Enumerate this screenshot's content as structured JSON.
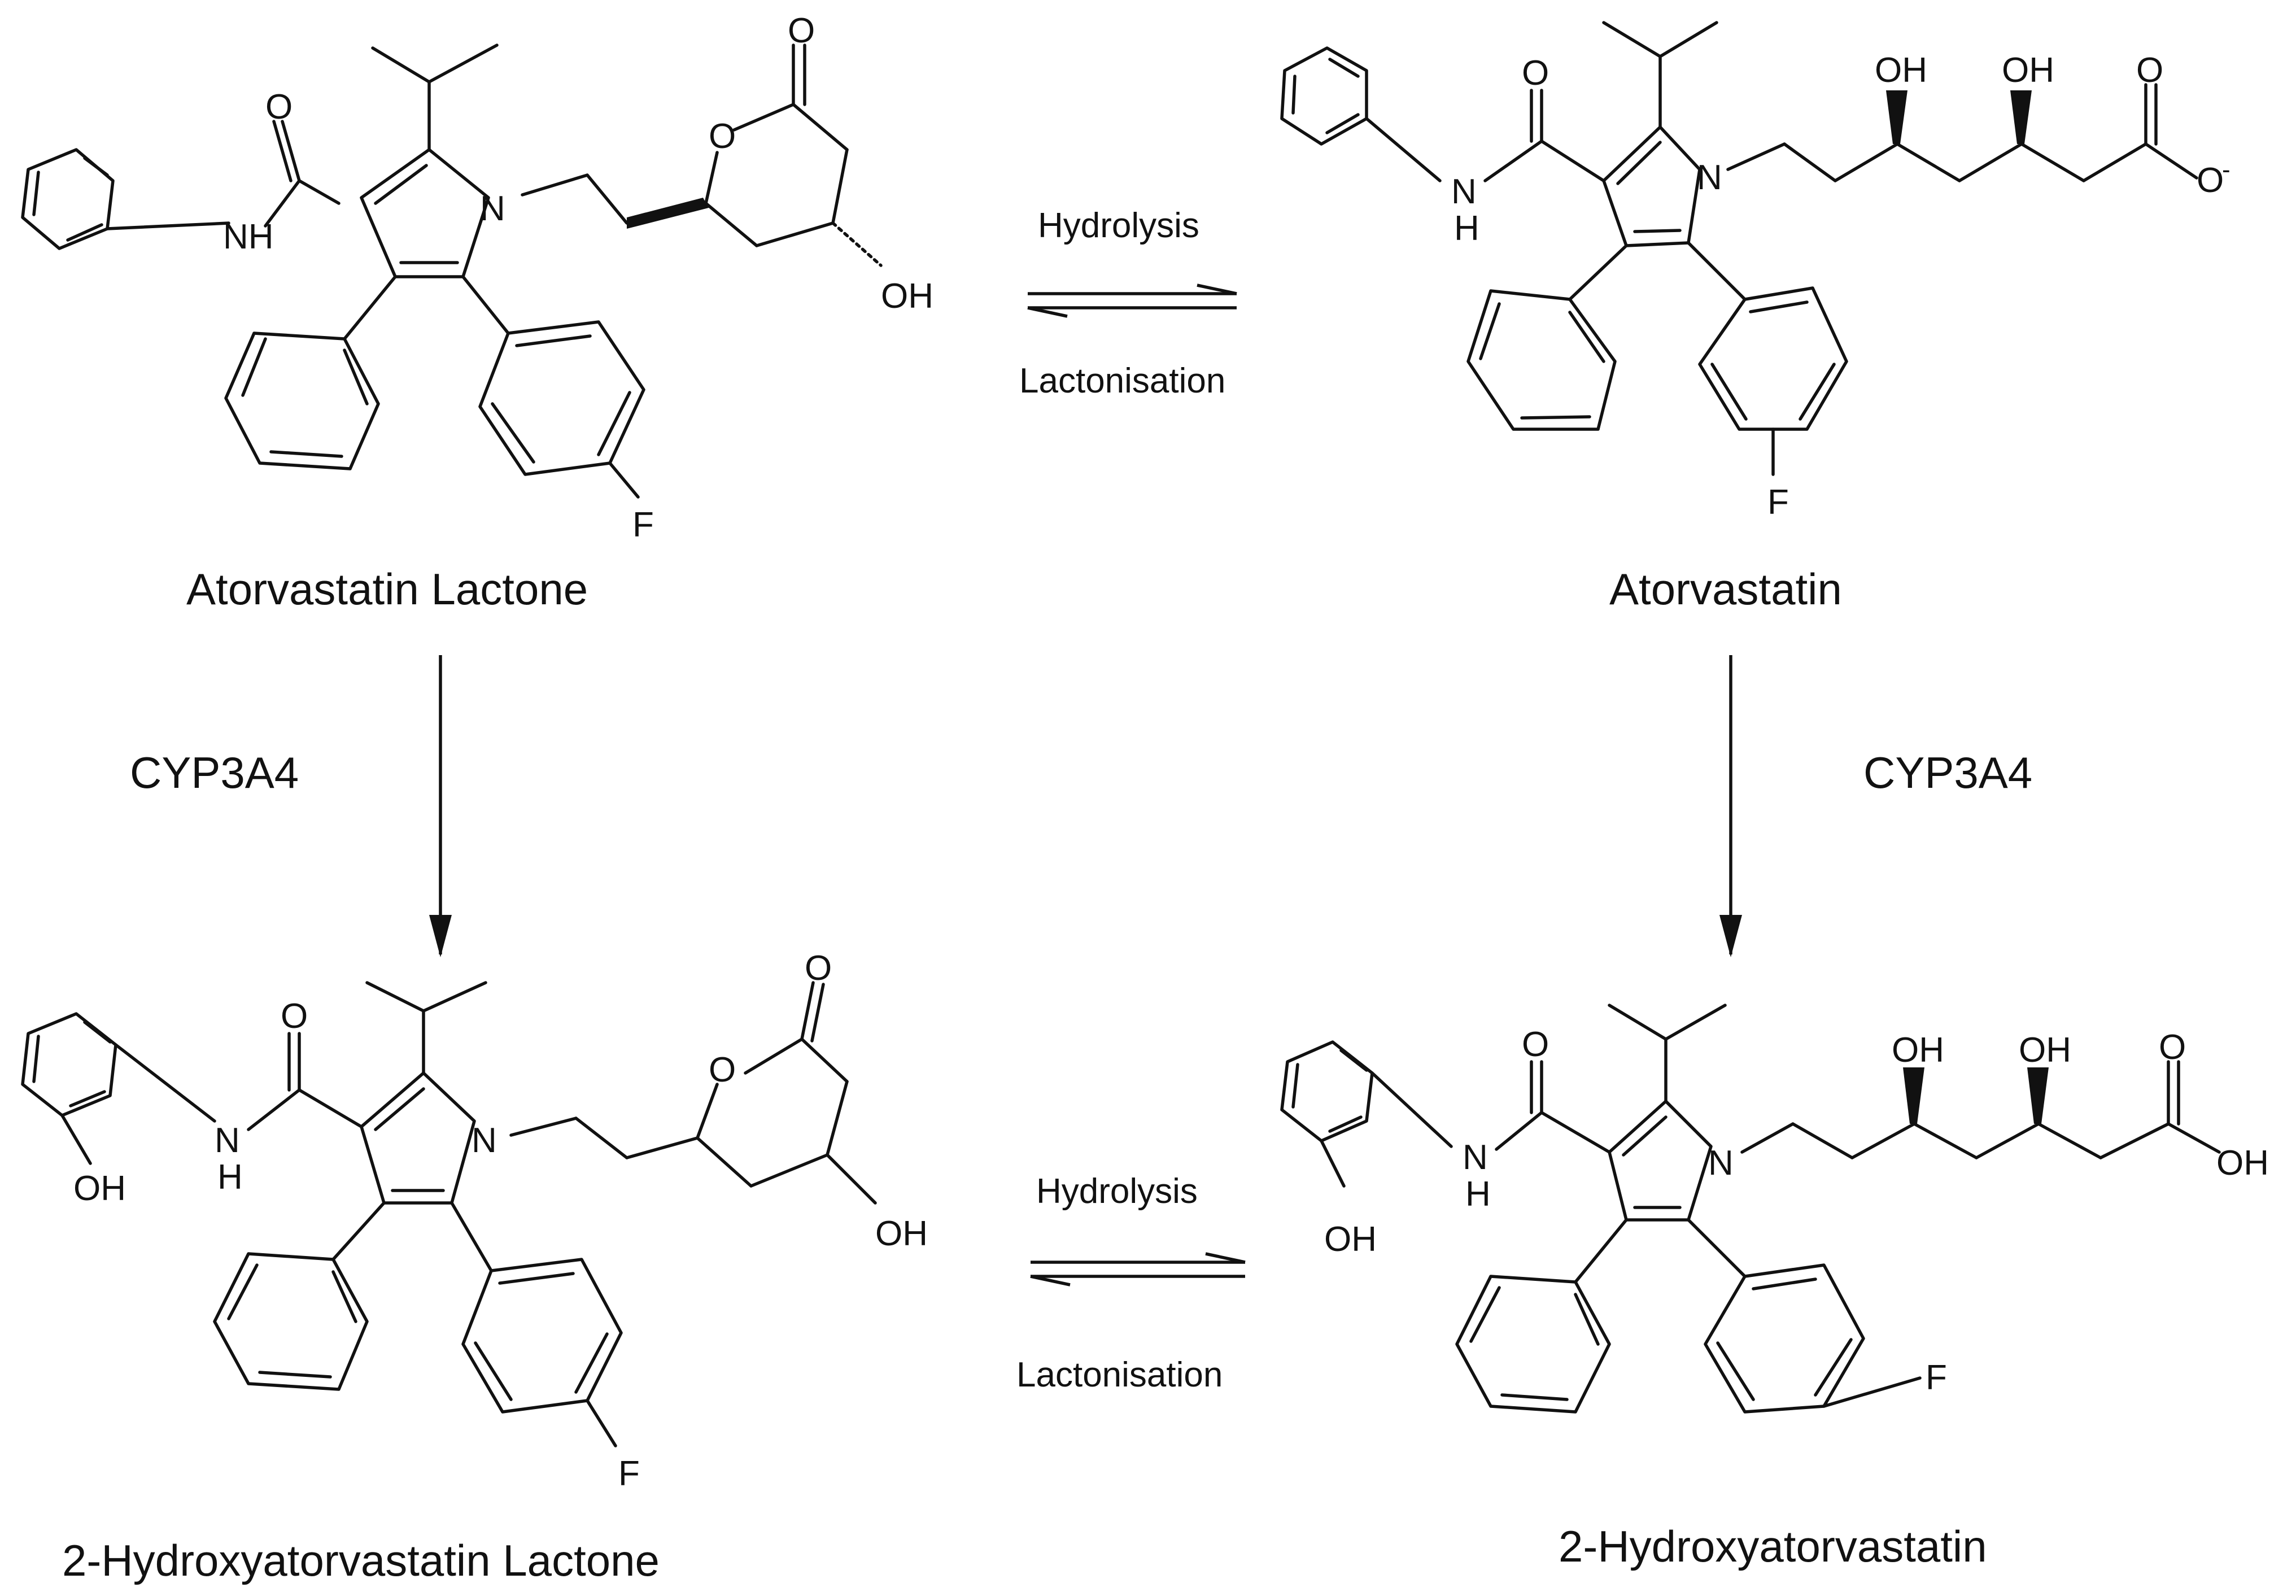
{
  "compounds": {
    "atorvastatin_lactone": "Atorvastatin Lactone",
    "atorvastatin": "Atorvastatin",
    "hydroxy_lactone": "2-Hydroxyatorvastatin Lactone",
    "hydroxy_atorvastatin": "2-Hydroxyatorvastatin"
  },
  "reactions": {
    "hydrolysis": "Hydrolysis",
    "lactonisation": "Lactonisation",
    "enzyme": "CYP3A4"
  },
  "atoms": {
    "N": "N",
    "NH": "NH",
    "H": "H",
    "O": "O",
    "OH": "OH",
    "F": "F",
    "charge": "-"
  }
}
